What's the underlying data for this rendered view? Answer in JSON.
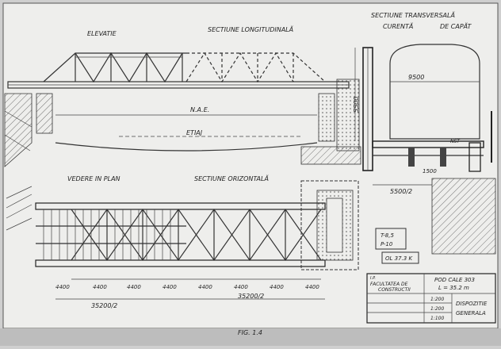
{
  "labels": {
    "elevatie": "ELEVATIE",
    "sectiune_longitudinala": "SECTIUNE LONGITUDINALĂ",
    "sectiune_transversala": "SECTIUNE TRANSVERSALĂ",
    "curenta": "CURENTĂ",
    "de_capat": "DE CAPĂT",
    "nae": "N.A.E.",
    "etiaj": "ETIAJ",
    "vedere_in_plan": "VEDERE IN PLAN",
    "sectiune_orizontala": "SECTIUNE ORIZONTALĂ",
    "fig": "FIG. 1.4"
  },
  "dimensions": {
    "width_9500": "9500",
    "height_5500": "5500",
    "half_5500": "5500/2",
    "d1500": "1500",
    "nst": "NST",
    "plan_bays": [
      "4400",
      "4400",
      "4400",
      "4400",
      "4400",
      "4400",
      "4400",
      "4400"
    ],
    "half_total_left": "35200/2",
    "half_total_right": "35200/2"
  },
  "loads": {
    "t": "T-8,5",
    "p": "P-10",
    "steel": "OL 37.3 K"
  },
  "title_block": {
    "faculty_line1": "I.P.",
    "faculty_line2": "FACULTATEA DE",
    "faculty_line3": "CONSTRUCTII",
    "project": "POD CALE 303",
    "length": "L = 35.2 m",
    "scales": [
      "1:200",
      "1:200",
      "1:100"
    ],
    "drawing_title_1": "DISPOZITIE",
    "drawing_title_2": "GENERALA"
  }
}
